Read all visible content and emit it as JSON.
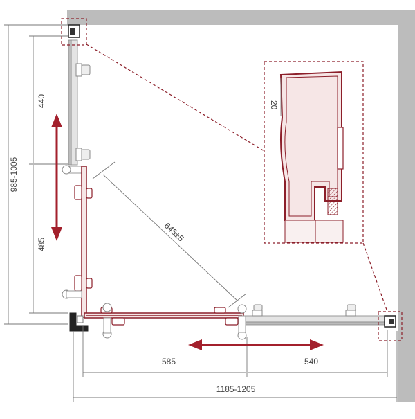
{
  "drawing": {
    "colors": {
      "wall": "#bcbcbc",
      "profile": "#8c1f2a",
      "profile_fill": "#f6e6e6",
      "dimension": "#777777",
      "glass": "#d7d7d7",
      "hardware": "#8c8c8c",
      "arrow": "#a3202c"
    },
    "dimensions": {
      "left_upper": "440",
      "left_lower": "485",
      "left_total": "985-1005",
      "diagonal": "645±5",
      "bottom_left": "585",
      "bottom_right": "540",
      "bottom_total": "1185-1205"
    },
    "detail": {
      "thickness_label": "20"
    }
  }
}
